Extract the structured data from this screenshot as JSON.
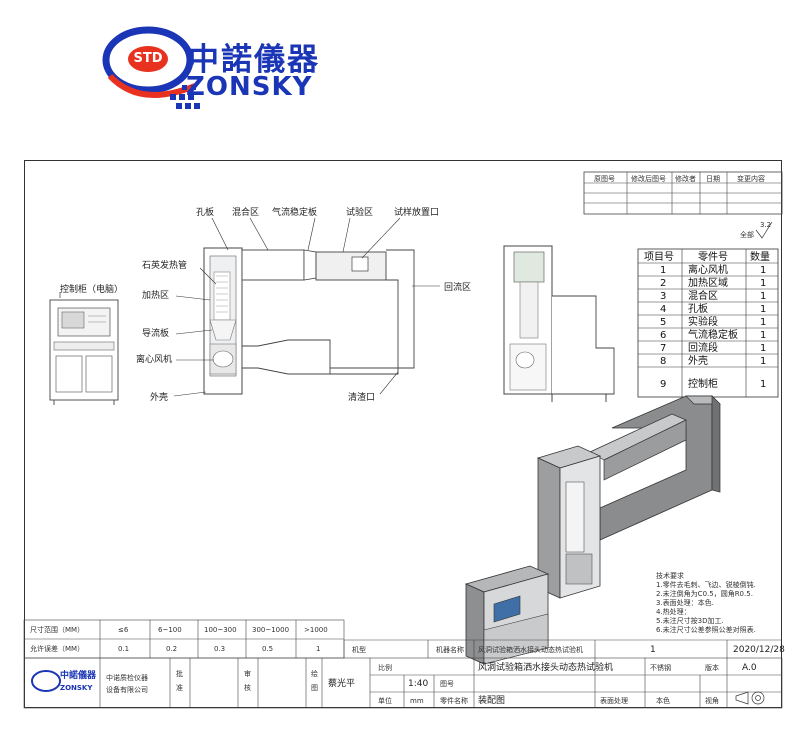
{
  "logo": {
    "badge": "STD",
    "cn": "中諾儀器",
    "en": "ZONSKY"
  },
  "revision_table": {
    "headers": [
      "原图号",
      "修改后图号",
      "修改者",
      "日期",
      "变更内容"
    ]
  },
  "scale_note": {
    "value": "3.2",
    "label": "全部"
  },
  "labels": {
    "control_cabinet": "控制柜（电脑）",
    "orifice_plate": "孔板",
    "mixing_zone": "混合区",
    "stabilizer": "气流稳定板",
    "test_zone": "试验区",
    "sample_port": "试样放置口",
    "quartz_tube": "石英发热管",
    "heating_zone": "加热区",
    "return_zone": "回流区",
    "guide_plate": "导流板",
    "centrifugal_fan": "离心风机",
    "shell": "外壳",
    "cleanout": "清渣口"
  },
  "parts_table": {
    "headers": [
      "项目号",
      "零件号",
      "数量"
    ],
    "rows": [
      [
        "1",
        "离心风机",
        "1"
      ],
      [
        "2",
        "加热区域",
        "1"
      ],
      [
        "3",
        "混合区",
        "1"
      ],
      [
        "4",
        "孔板",
        "1"
      ],
      [
        "5",
        "实验段",
        "1"
      ],
      [
        "6",
        "气流稳定板",
        "1"
      ],
      [
        "7",
        "回流段",
        "1"
      ],
      [
        "8",
        "外壳",
        "1"
      ],
      [
        "9",
        "控制柜",
        "1"
      ]
    ]
  },
  "tech_requirements": {
    "title": "技术要求",
    "items": [
      "1.零件去毛刺、飞边、锐棱倒钝.",
      "2.未注倒角为C0.5，圆角R0.5.",
      "3.表面处理：本色.",
      "4.热处理：",
      "5.未注尺寸按3D加工.",
      "6.未注尺寸公差参照公差对照表."
    ]
  },
  "tolerance_table": {
    "row1_label": "尺寸范围（MM）",
    "row1": [
      "≤6",
      "6~100",
      "100~300",
      "300~1000",
      ">1000"
    ],
    "row2_label": "允许误差（MM）",
    "row2": [
      "0.1",
      "0.2",
      "0.3",
      "0.5",
      "1"
    ]
  },
  "title_block": {
    "machine_type_label": "机型",
    "machine_name_label": "机器名称",
    "machine_name": "风洞试验箱洒水接头动态热试验机",
    "qty": "1",
    "date": "2020/12/28",
    "company_line1": "中诺质检仪器",
    "company_line2": "设备有限公司",
    "approve": "批准",
    "review": "审核",
    "drawn_label": "绘图",
    "drawn_by": "蔡光平",
    "scale_label": "比例",
    "scale": "1:40",
    "drawing_no_label": "图号",
    "drawing_name": "风洞试验箱洒水接头动态热试验机",
    "material": "不锈钢",
    "version_label": "版本",
    "version": "A.0",
    "unit_label": "单位",
    "unit": "mm",
    "part_name_label": "零件名称",
    "part_name": "装配图",
    "surface_label": "表面处理",
    "surface": "本色",
    "view_label": "视角",
    "small_logo": "中諾儀器"
  }
}
